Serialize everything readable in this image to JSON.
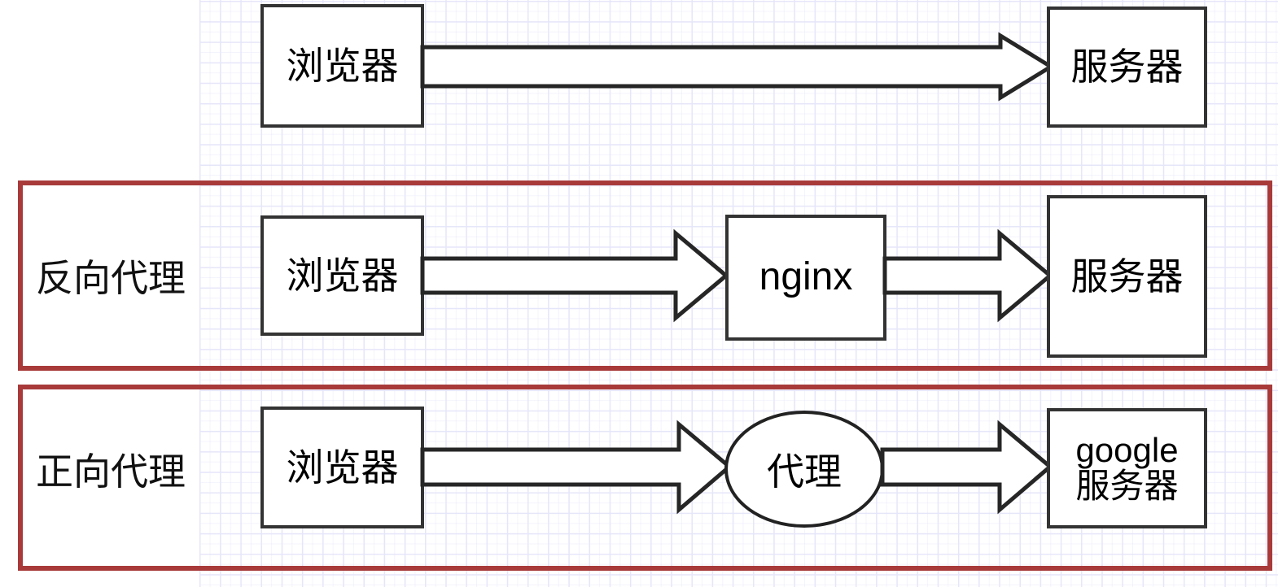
{
  "diagram": {
    "title": "proxy-comparison-diagram",
    "colors": {
      "frame_red": "#a83a3a",
      "node_stroke": "#333333",
      "grid_line": "#e6e6fa",
      "canvas_background": "#ffffff",
      "text": "#000000"
    },
    "rows": [
      {
        "id": "direct",
        "caption": "",
        "framed": false,
        "nodes": [
          {
            "id": "browser-1",
            "label": "浏览器",
            "shape": "rect"
          },
          {
            "id": "server-1",
            "label": "服务器",
            "shape": "rect"
          }
        ],
        "arrows": [
          {
            "id": "arrow-browser-to-server",
            "from": "browser-1",
            "to": "server-1",
            "style": "block",
            "direction": "right"
          }
        ]
      },
      {
        "id": "reverse-proxy",
        "caption": "反向代理",
        "framed": true,
        "nodes": [
          {
            "id": "browser-2",
            "label": "浏览器",
            "shape": "rect"
          },
          {
            "id": "nginx",
            "label": "nginx",
            "shape": "rect"
          },
          {
            "id": "server-2",
            "label": "服务器",
            "shape": "rect"
          }
        ],
        "arrows": [
          {
            "id": "arrow-browser-to-nginx",
            "from": "browser-2",
            "to": "nginx",
            "style": "block",
            "direction": "right"
          },
          {
            "id": "arrow-nginx-to-server",
            "from": "nginx",
            "to": "server-2",
            "style": "block",
            "direction": "right"
          }
        ]
      },
      {
        "id": "forward-proxy",
        "caption": "正向代理",
        "framed": true,
        "nodes": [
          {
            "id": "browser-3",
            "label": "浏览器",
            "shape": "rect"
          },
          {
            "id": "proxy",
            "label": "代理",
            "shape": "ellipse"
          },
          {
            "id": "google-server",
            "label": "google\n服务器",
            "label_line_1": "google",
            "label_line_2": "服务器",
            "shape": "rect"
          }
        ],
        "arrows": [
          {
            "id": "arrow-browser-to-proxy",
            "from": "browser-3",
            "to": "proxy",
            "style": "block",
            "direction": "right"
          },
          {
            "id": "arrow-proxy-to-google",
            "from": "proxy",
            "to": "google-server",
            "style": "block",
            "direction": "right"
          }
        ]
      }
    ]
  }
}
